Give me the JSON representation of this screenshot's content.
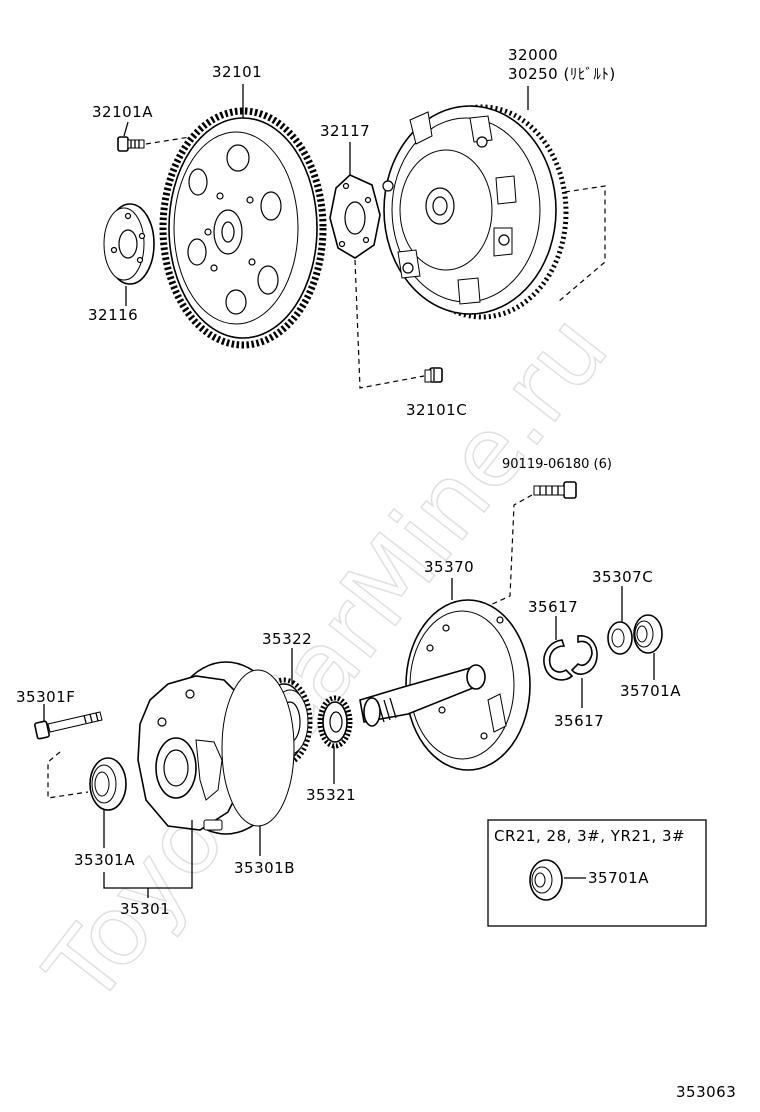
{
  "watermark": "ToyotaCarMine.ru",
  "figure_number": "353063",
  "inset_box": {
    "title": "CR21, 28, 3#, YR21, 3#",
    "part": "35701A"
  },
  "labels": {
    "ring_gear": "32101",
    "ring_gear_bolt": "32101A",
    "spacer": "32116",
    "drive_plate": "32117",
    "converter_bolt": "32101C",
    "converter_line1": "32000",
    "converter_line2": "30250 (ﾘﾋﾞﾙﾄ)",
    "pump_bolt_ref": "90119-06180 (6)",
    "stator_shaft": "35370",
    "seal_ring_upper": "35617",
    "seal_ring_lower": "35617",
    "bearing": "35307C",
    "oil_seal": "35701A",
    "body_bolt": "35301F",
    "driven_gear": "35322",
    "drive_gear": "35321",
    "pump_seal": "35301A",
    "pump_oring": "35301B",
    "pump_assy": "35301"
  }
}
